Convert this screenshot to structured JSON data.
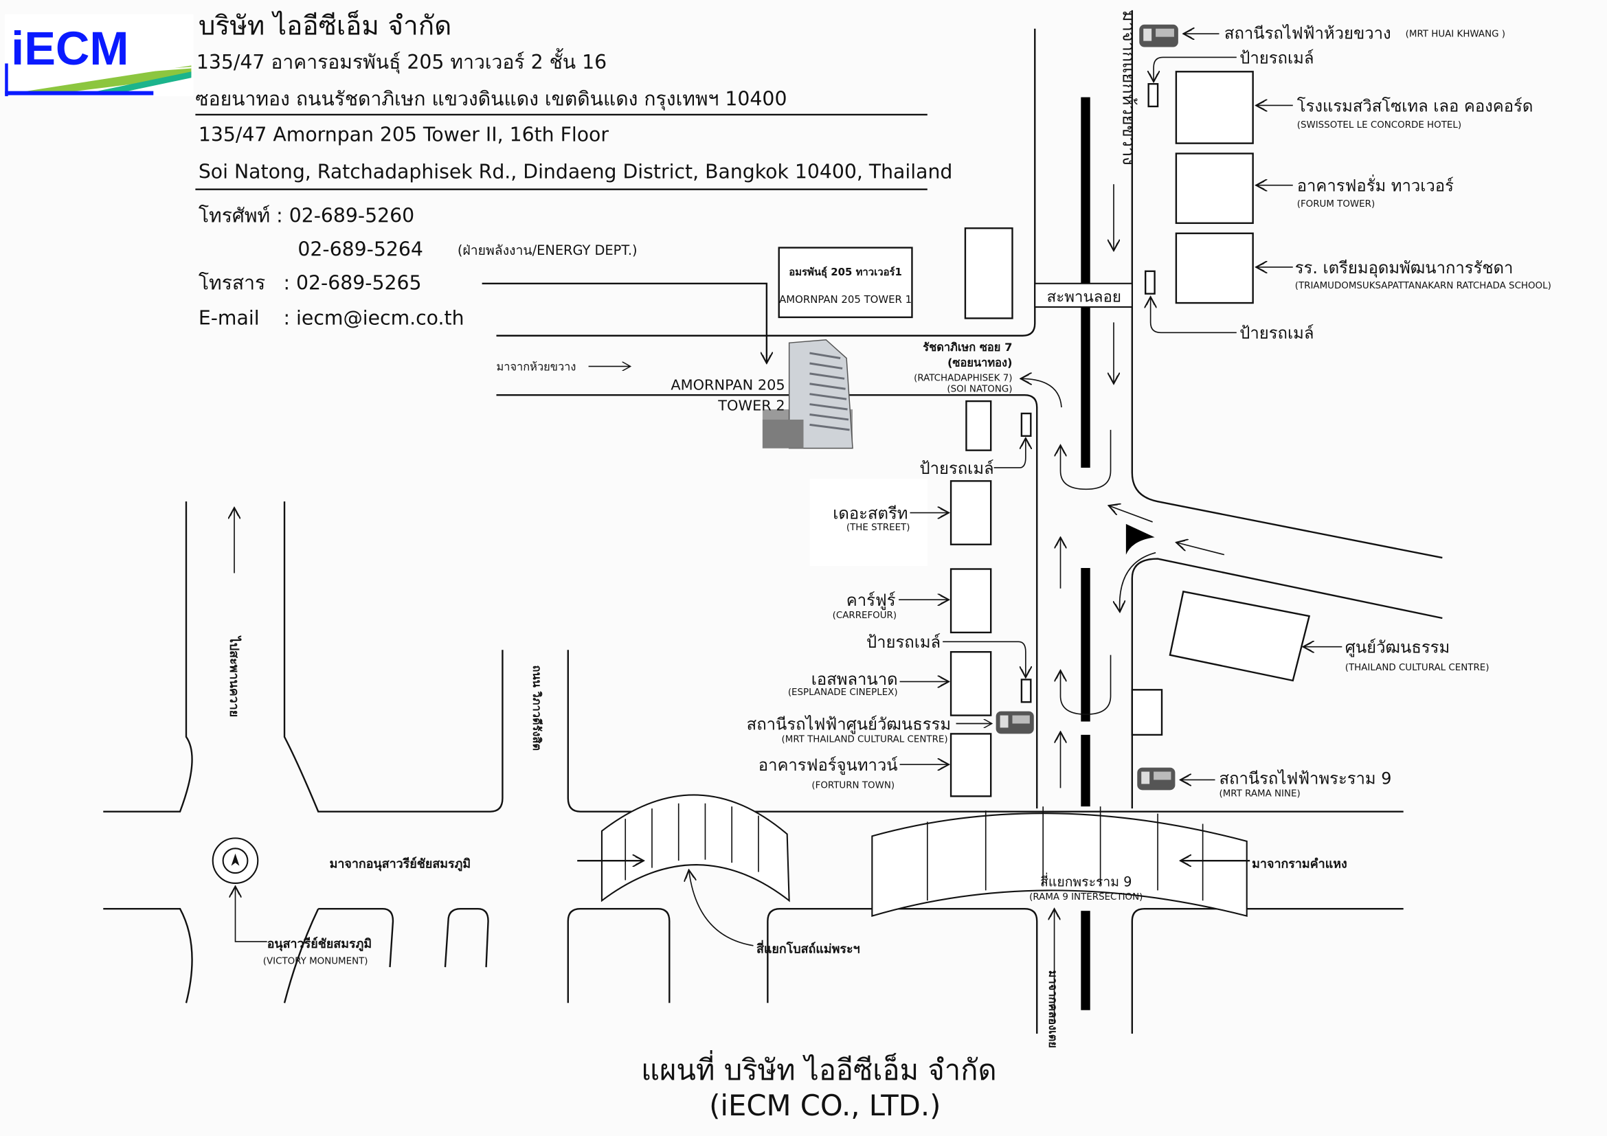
{
  "company": {
    "logo_text": "iECM",
    "name_th": "บริษัท ไออีซีเอ็ม จำกัด",
    "address_th_1": "135/47 อาคารอมรพันธุ์ 205 ทาวเวอร์ 2 ชั้น 16",
    "address_th_2": "ซอยนาทอง ถนนรัชดาภิเษก แขวงดินแดง เขตดินแดง กรุงเทพฯ 10400",
    "address_en_1": "135/47 Amornpan 205 Tower II, 16th Floor",
    "address_en_2": "Soi Natong, Ratchadaphisek Rd., Dindaeng District, Bangkok 10400, Thailand",
    "phone_label": "โทรศัพท์ : 02-689-5260",
    "phone_2": "02-689-5264",
    "phone_2_note": "(ฝ่ายพลังงาน/ENERGY DEPT.)",
    "fax_label": "โทรสาร",
    "fax": ": 02-689-5265",
    "email_label": "E-mail",
    "email": ": iecm@iecm.co.th"
  },
  "colors": {
    "logo_blue": "#0a1aff",
    "logo_green": "#8cc63f",
    "logo_teal": "#1bb48c"
  },
  "map": {
    "tower1_th": "อมรพันธุ์ 205 ทาวเวอร์1",
    "tower1_en": "AMORNPAN 205 TOWER 1",
    "tower2_line1": "AMORNPAN 205",
    "tower2_line2": "TOWER 2",
    "from_huai_khwang": "มาจากห้วยขวาง",
    "from_huai_khwang_junction": "มาจากแยกห้วยขวาง",
    "skywalk": "สะพานลอย",
    "soi7_th_1": "รัชดาภิเษก ซอย 7",
    "soi7_th_2": "(ซอยนาทอง)",
    "soi7_en_1": "(RATCHADAPHISEK 7)",
    "soi7_en_2": "(SOI NATONG)",
    "bus_stop": "ป้ายรถเมล์",
    "mrt_huai_khwang_th": "สถานีรถไฟฟ้าห้วยขวาง",
    "mrt_huai_khwang_en": "(MRT HUAI KHWANG )",
    "swissotel_th": "โรงแรมสวิสโซเทล เลอ คองคอร์ด",
    "swissotel_en": "(SWISSOTEL LE CONCORDE HOTEL)",
    "forum_th": "อาคารฟอรั่ม ทาวเวอร์",
    "forum_en": "(FORUM TOWER)",
    "school_th": "รร. เตรียมอุดมพัฒนาการรัชดา",
    "school_en": "(TRIAMUDOMSUKSAPATTANAKARN RATCHADA SCHOOL)",
    "street_th": "เดอะสตรีท",
    "street_en": "(THE STREET)",
    "carrefour_th": "คาร์ฟูร์",
    "carrefour_en": "(CARREFOUR)",
    "esplanade_th": "เอสพลานาด",
    "esplanade_en": "(ESPLANADE CINEPLEX)",
    "mrt_cultural_th": "สถานีรถไฟฟ้าศูนย์วัฒนธรรม",
    "mrt_cultural_en": "(MRT THAILAND CULTURAL CENTRE)",
    "fortune_th": "อาคารฟอร์จูนทาวน์",
    "fortune_en": "(FORTURN TOWN)",
    "cultural_th": "ศูนย์วัฒนธรรม",
    "cultural_en": "(THAILAND CULTURAL CENTRE)",
    "mrt_rama9_th": "สถานีรถไฟฟ้าพระราม 9",
    "mrt_rama9_en": "(MRT RAMA NINE)",
    "rama9_th": "สี่แยกพระราม 9",
    "rama9_en": "(RAMA 9 INTERSECTION)",
    "from_ramkhamhaeng": "มาจากรามคำแหง",
    "from_klongtoei": "มาจากคลองเตย",
    "to_saphan_khwai": "ไปสะพานควาย",
    "vibhavadi": "ถนน วิภาวดีรังสิต",
    "from_victory": "มาจากอนุสาวรีย์ชัยสมรภูมิ",
    "victory_th": "อนุสาวรีย์ชัยสมรภูมิ",
    "victory_en": "(VICTORY MONUMENT)",
    "din_daeng_junction": "สี่แยกโบสถ์แม่พระฯ"
  },
  "footer": {
    "title_th": "แผนที่ บริษัท ไออีซีเอ็ม จำกัด",
    "title_en": "(iECM CO., LTD.)"
  }
}
